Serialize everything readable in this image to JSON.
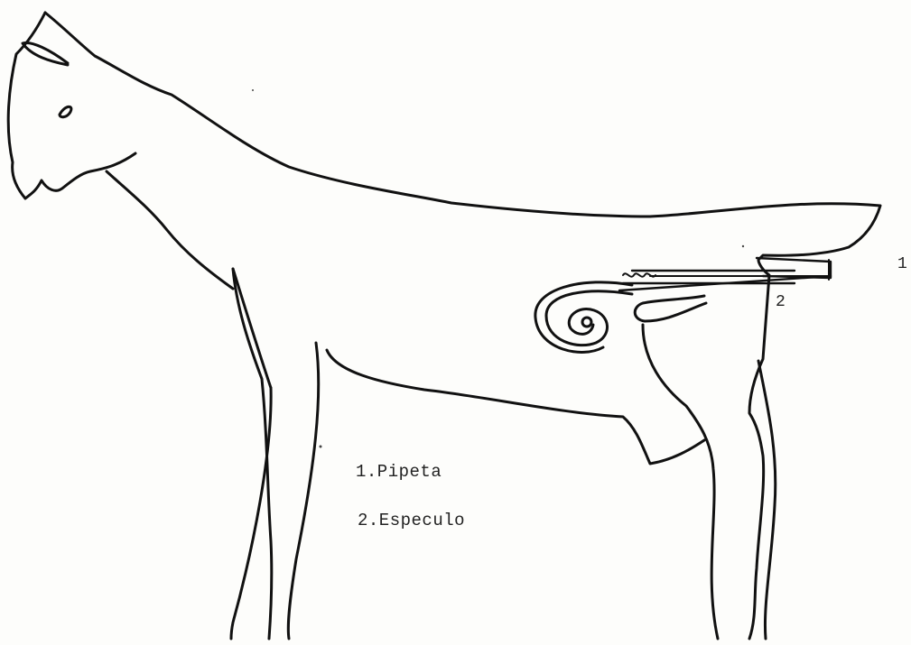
{
  "diagram": {
    "callouts": {
      "pipette_number": "1",
      "speculum_number": "2"
    },
    "legend": {
      "item1": "1.Pipeta",
      "item2": "2.Especulo"
    },
    "colors": {
      "ink": "#111111",
      "paper": "#fdfdfb"
    }
  }
}
